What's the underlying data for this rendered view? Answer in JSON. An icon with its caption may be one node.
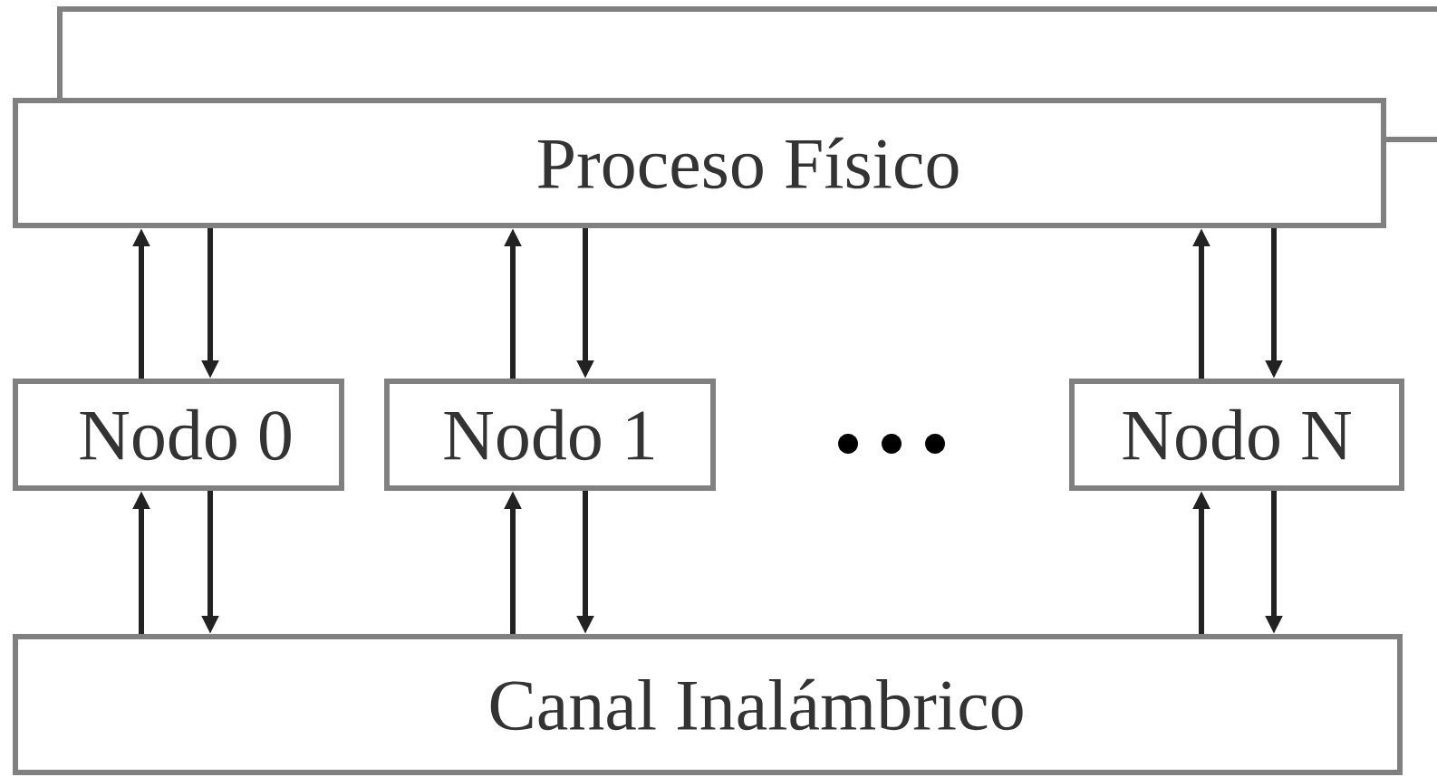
{
  "diagram": {
    "nodes": [
      {
        "text": [
          "Proceso Físico"
        ]
      },
      {
        "text": [
          "Nodo 0"
        ]
      },
      {
        "text": [
          "Nodo 1"
        ]
      },
      {
        "text": [
          "Nodo N"
        ]
      },
      {
        "text": [
          "Canal Inalámbrico"
        ]
      }
    ],
    "edges": [
      {
        "from": 1,
        "to": 0,
        "arrow": "to"
      },
      {
        "from": 0,
        "to": 1,
        "arrow": "to"
      },
      {
        "from": 4,
        "to": 1,
        "arrow": "to"
      },
      {
        "from": 1,
        "to": 4,
        "arrow": "to"
      },
      {
        "from": 2,
        "to": 0,
        "arrow": "to"
      },
      {
        "from": 0,
        "to": 2,
        "arrow": "to"
      },
      {
        "from": 4,
        "to": 2,
        "arrow": "to"
      },
      {
        "from": 2,
        "to": 4,
        "arrow": "to"
      },
      {
        "from": 3,
        "to": 0,
        "arrow": "to"
      },
      {
        "from": 0,
        "to": 3,
        "arrow": "to"
      },
      {
        "from": 4,
        "to": 3,
        "arrow": "to"
      },
      {
        "from": 3,
        "to": 4,
        "arrow": "to"
      },
      {
        "from": 0,
        "to": null,
        "arrow": "none",
        "color": "#808080"
      },
      {
        "from": 0,
        "to": null,
        "arrow": "none",
        "color": "#808080"
      }
    ]
  }
}
